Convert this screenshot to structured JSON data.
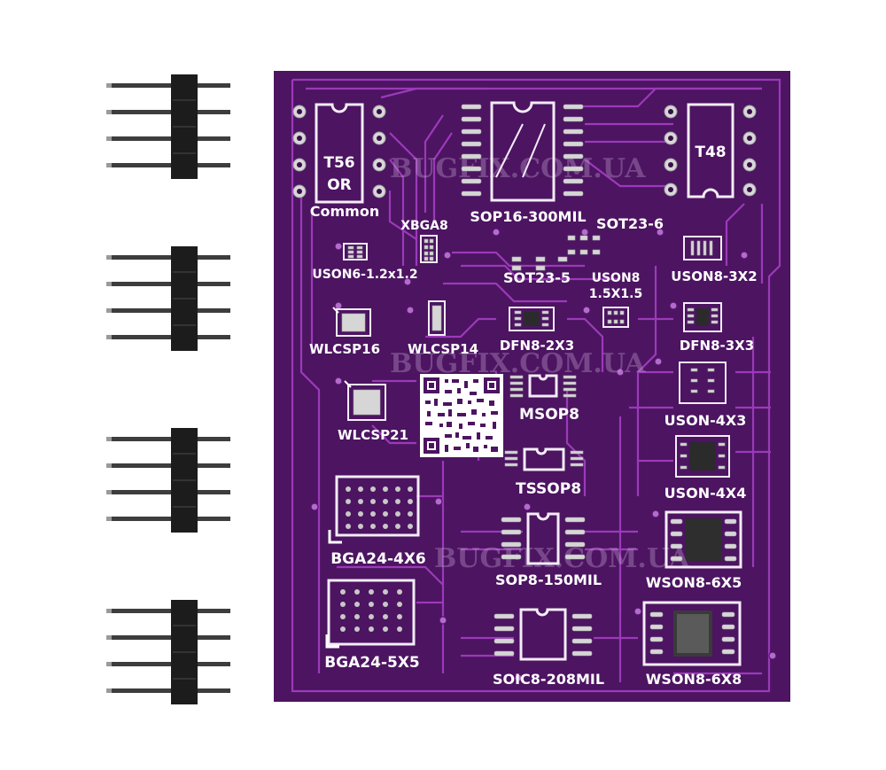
{
  "board": {
    "color": "#4c1461",
    "trace_color": "#9b3ab8",
    "silk_color": "#ffffff",
    "watermark": "BUGFIX.COM.UA"
  },
  "labels": {
    "t56": [
      "T56",
      "OR",
      "Common"
    ],
    "t48": "T48",
    "xbga8": "XBGA8",
    "sop16": "SOP16-300MIL",
    "sot23_6": "SOT23-6",
    "uson6": "USON6-1.2x1.2",
    "sot23_5": "SOT23-5",
    "uson8_15": [
      "USON8",
      "1.5X1.5"
    ],
    "uson8_3x2": "USON8-3X2",
    "wlcsp16": "WLCSP16",
    "wlcsp14": "WLCSP14",
    "dfn8_2x3": "DFN8-2X3",
    "dfn8_3x3": "DFN8-3X3",
    "wlcsp21": "WLCSP21",
    "msop8": "MSOP8",
    "uson_4x3": "USON-4X3",
    "tssop8": "TSSOP8",
    "uson_4x4": "USON-4X4",
    "bga24_4x6": "BGA24-4X6",
    "sop8_150": "SOP8-150MIL",
    "wson8_6x5": "WSON8-6X5",
    "bga24_5x5": "BGA24-5X5",
    "soic8_208": "SOIC8-208MIL",
    "wson8_6x8": "WSON8-6X8"
  },
  "header_pin_count": 4,
  "header_count": 4
}
